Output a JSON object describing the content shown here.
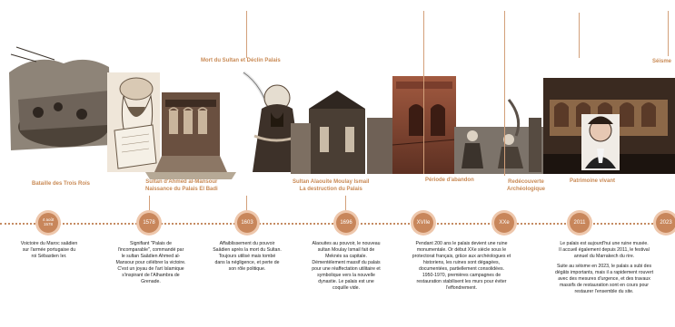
{
  "timeline": {
    "headers": {
      "trois_rois": "Bataille des Trois Rois",
      "ahmed": [
        "Sultan d'Ahmed al-Mansour",
        "Naissance du Palais El Badi"
      ],
      "mort": "Mort du Sultan et Déclin Palais",
      "ismail": [
        "Sultan Alaouite Moulay Ismail",
        "La destruction du Palais"
      ],
      "abandon": "Période d'abandon",
      "redecouverte": [
        "Redécouverte",
        "Archéologique"
      ],
      "patrimoine": "Patrimoine vivant",
      "seisme": "Séisme"
    },
    "nodes": [
      {
        "date_top": "4 août",
        "date_bottom": "1578"
      },
      {
        "date": "1578"
      },
      {
        "date": "1603"
      },
      {
        "date": "1696"
      },
      {
        "date": "XVIIe"
      },
      {
        "date": "XXe"
      },
      {
        "date": "2011"
      },
      {
        "date": "2023"
      }
    ],
    "descriptions": [
      [
        "Voictoire du Maroc saâdien",
        "sur l'armée portugaise du",
        "roi Sébastien Ier."
      ],
      [
        "Signifiant \"Palais de",
        "l'incomparable\", commandé par",
        "le sultan Saâdien Ahmed al-",
        "Mansour pour célébrer la victoire.",
        "C'est un joyau de l'art Islamique",
        "s'inspirant de l'Alhambra de",
        "Grenade."
      ],
      [
        "Affaiblissement du pouvoir",
        "Saâdien après la mort du Sultan.",
        "Toujours utilisé mais tombé",
        "dans la négligence, et perte de",
        "son rôle politique."
      ],
      [
        "Alaouites au pouvoir, le nouveau",
        "sultan Moulay Ismail fait de",
        "Meknès sa capitale.",
        "Démentèlement massif du palais",
        "pour une réaffectation utilitaire et",
        "symbolique vers la nouvelle",
        "dynastie. Le palais est une",
        "coquille vide."
      ],
      [
        "Pendant 200 ans le palais devient une ruine",
        "monumentale. Or début XXe siècle sous le",
        "protectorat français, grâce aux archéologues et",
        "historiens, les ruines sont dégagées,",
        "documentées, partiellement consolidées.",
        "1950-1970, premières campagnes de",
        "restauration stabilisent les murs pour éviter",
        "l'effondrement."
      ],
      [
        "Le palais est aujourd'hui une ruine musée.",
        "Il accueil également depuis 2011, le festival",
        "annuel du Marrakech du rire.",
        "",
        "Suite au séisme en 2023, le palais a subi des",
        "dégâts importants, mais il a rapidement rouvert",
        "avec des mesures d'urgence, et des travaux",
        "massifs de restauration sont en cours pour",
        "restaurer l'ensemble du site."
      ]
    ]
  }
}
